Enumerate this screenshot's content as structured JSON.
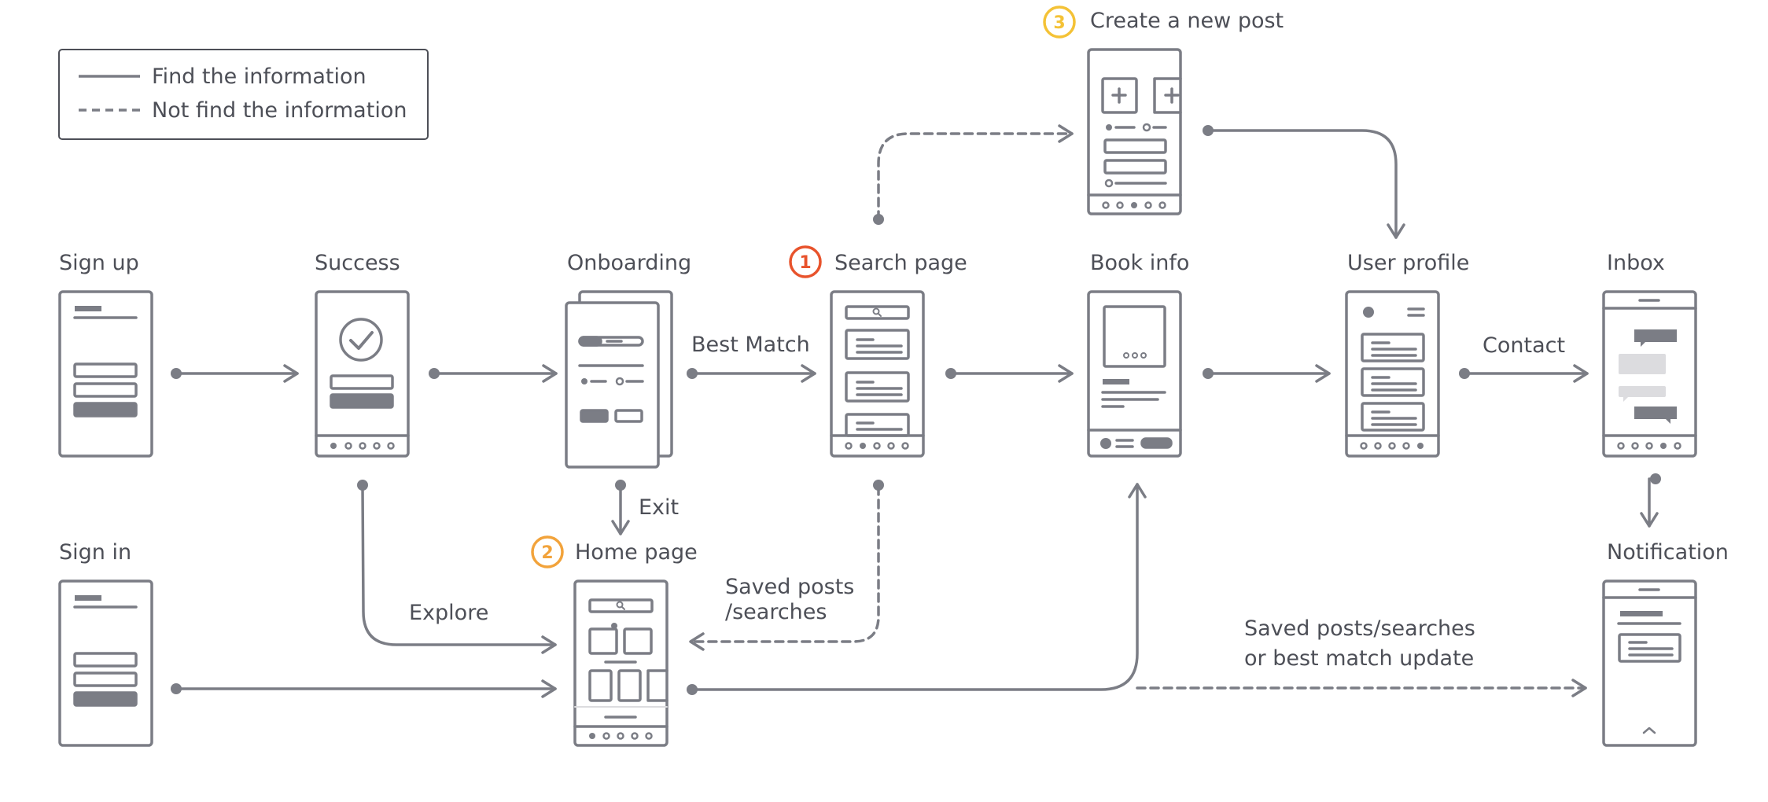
{
  "colors": {
    "stroke": "#7b7d85",
    "text": "#4d4f57",
    "fill": "#7b7d85",
    "light": "#dcdcdf",
    "badge_red": "#e8532c",
    "badge_orange": "#f2a33b",
    "badge_yellow": "#f4c236"
  },
  "legend": {
    "solid_label": "Find the information",
    "dashed_label": "Not find the information"
  },
  "screens": {
    "sign_up": "Sign up",
    "success": "Success",
    "onboarding": "Onboarding",
    "search_page": "Search page",
    "book_info": "Book info",
    "user_profile": "User profile",
    "inbox": "Inbox",
    "sign_in": "Sign in",
    "home_page": "Home page",
    "notification": "Notification",
    "create_post": "Create a new post"
  },
  "badges": {
    "search": "1",
    "home": "2",
    "create": "3"
  },
  "edges": {
    "best_match": "Best Match",
    "contact": "Contact",
    "exit": "Exit",
    "explore": "Explore",
    "saved_1": "Saved posts",
    "saved_2": "/searches",
    "update_1": "Saved posts/searches",
    "update_2": "or best match update"
  }
}
